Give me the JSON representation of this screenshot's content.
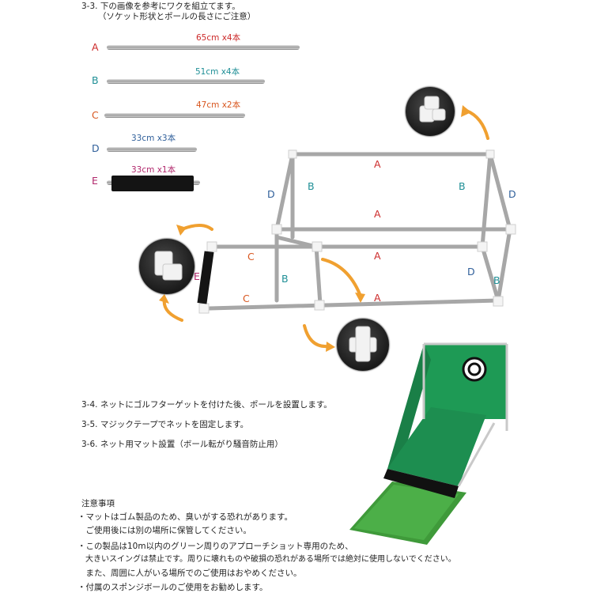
{
  "heading": {
    "line1": "3-3. 下の画像を参考にワクを組立てます。",
    "line2": "（ソケット形状とポールの長さにご注意）"
  },
  "parts": [
    {
      "letter": "A",
      "label": "65cm x4本",
      "color": "#cc2a2a"
    },
    {
      "letter": "B",
      "label": "51cm x4本",
      "color": "#1f8f96"
    },
    {
      "letter": "C",
      "label": "47cm x2本",
      "color": "#d8561e"
    },
    {
      "letter": "D",
      "label": "33cm x3本",
      "color": "#2f5f9a"
    },
    {
      "letter": "E",
      "label": "33cm x1本",
      "color": "#b1286c"
    }
  ],
  "frame_labels": {
    "a_top": "A",
    "a_mid": "A",
    "a_low": "A",
    "a_bottom": "A",
    "b_left": "B",
    "b_right": "B",
    "b_front_left": "B",
    "b_front_right": "B",
    "d_left": "D",
    "d_right": "D",
    "d_front_right": "D",
    "c_top": "C",
    "c_bottom": "C",
    "e_side": "E"
  },
  "icons": {
    "arrow": "curved-arrow-icon",
    "connector_3way": "three-way-socket-icon",
    "connector_elbow": "elbow-socket-icon",
    "connector_4way": "four-way-socket-icon"
  },
  "steps": [
    "3-4.  ネットにゴルフターゲットを付けた後、ポールを設置します。",
    "3-5.  マジックテープでネットを固定します。",
    "3-6.  ネット用マット設置（ボール転がり騒音防止用）"
  ],
  "notes": {
    "title": "注意事項",
    "lines": [
      "・マットはゴム製品のため、臭いがする恐れがあります。",
      "　ご使用後には別の場所に保管してください。",
      "・この製品は10m以内のグリーン周りのアプローチショット専用のため、",
      "　大きいスイングは禁止です。周りに壊れものや破損の恐れがある場所では絶対に使用しないでください。",
      "　また、周囲に人がいる場所でのご使用はおやめください。",
      "・付属のスポンジボールのご使用をお勧めします。"
    ]
  },
  "colors": {
    "part_A": "#cc2a2a",
    "part_B": "#1f8f96",
    "part_C": "#d8561e",
    "part_D": "#2f5f9a",
    "part_E": "#b1286c",
    "arrow": "#f0a030",
    "net": "#1e9a55",
    "mat": "#3f9a3a"
  }
}
